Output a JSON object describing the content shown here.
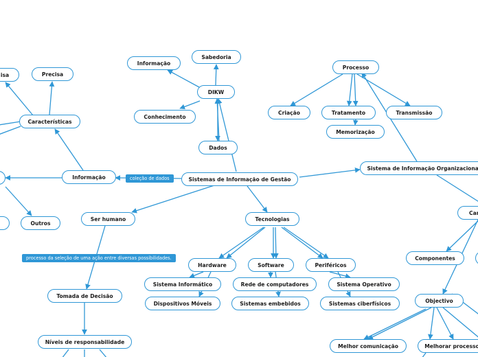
{
  "colors": {
    "line": "#2f97d6",
    "node_border": "#2f97d6",
    "label_bg": "#2f97d6"
  },
  "nodes": {
    "sig": "Sistemas de Informação de Gestão",
    "dikw": "DIKW",
    "sabedoria": "Sabedoria",
    "informacao_dikw": "Informação",
    "conhecimento": "Conhecimento",
    "dados": "Dados",
    "informacao": "Informação",
    "caracteristicas": "Características",
    "precisa": "Precisa",
    "partial_isa": "isa",
    "outros": "Outros",
    "ser_humano": "Ser humano",
    "tomada_decisao": "Tomada de Decisão",
    "niveis": "Níveis de responsabilidade",
    "tecnologias": "Tecnologias",
    "hardware": "Hardware",
    "software": "Software",
    "perifericos": "Periféricos",
    "sistema_informatico": "Sistema Informático",
    "dispositivos_moveis": "Dispositivos Móveis",
    "rede_computadores": "Rede de computadores",
    "sistemas_embebidos": "Sistemas embebidos",
    "sistema_operativo": "Sistema Operativo",
    "sistemas_ciberfisicos": "Sistemas ciberfísicos",
    "processo": "Processo",
    "criacao": "Criação",
    "tratamento": "Tratamento",
    "memorizacao": "Memorização",
    "transmissao": "Transmissão",
    "sio": "Sistema de Informação Organizacional",
    "partial_car": "Car",
    "componentes": "Componentes",
    "objectivo": "Objectivo",
    "melhor_comunicacao": "Melhor comunicação",
    "melhorar_processo": "Melhorar processo"
  },
  "labels": {
    "colecao_dados": "coleção de dados",
    "processo_selecao": "processo da seleção de uma ação entre diversas possibilidades."
  }
}
